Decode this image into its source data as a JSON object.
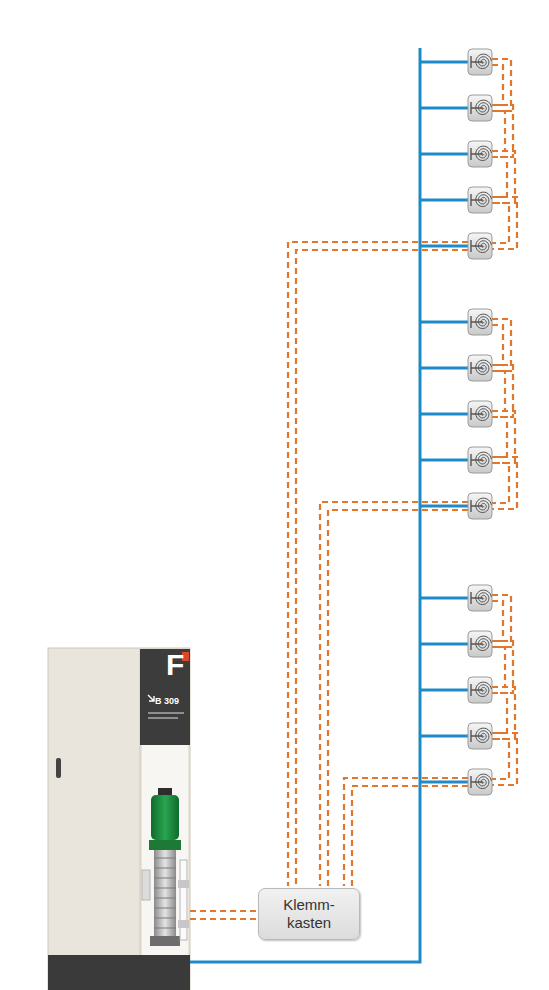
{
  "diagram": {
    "nodes": [
      {
        "text": [
          "F",
          "B 309"
        ]
      },
      {
        "text": [
          "Klemm- kasten"
        ]
      }
    ],
    "edges": [
      {
        "from": 0,
        "to": 1,
        "arrow": "none"
      }
    ]
  }
}
